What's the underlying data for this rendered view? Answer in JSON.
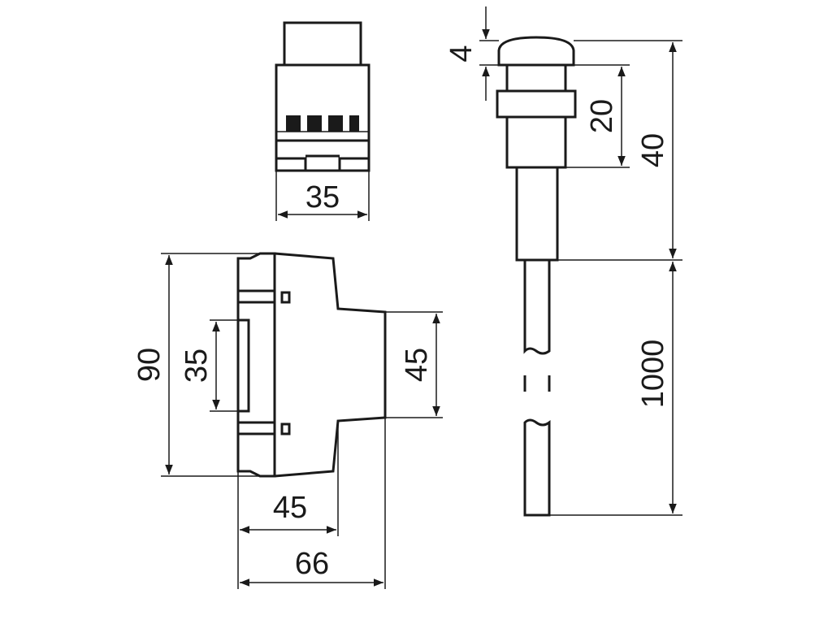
{
  "diagram": {
    "top_view": {
      "width_label": "35"
    },
    "side_view": {
      "height_label": "90",
      "rail_label": "35",
      "front_height_label": "45",
      "front_depth_label": "45",
      "total_depth_label": "66"
    },
    "probe": {
      "cap_label": "4",
      "collar_label": "20",
      "body_label": "40",
      "cable_label": "1000"
    }
  }
}
